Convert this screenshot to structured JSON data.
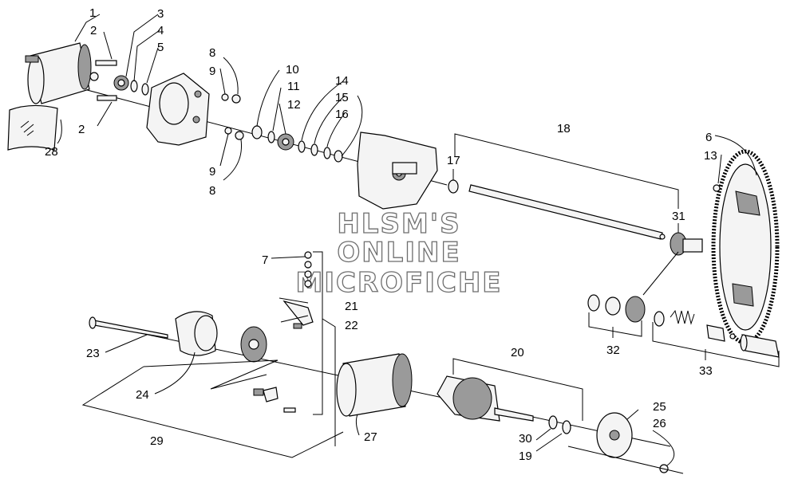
{
  "watermark": {
    "line1": "HLSM'S",
    "line2": "ONLINE",
    "line3": "MICROFICHE"
  },
  "callouts": [
    {
      "id": "c1",
      "text": "1"
    },
    {
      "id": "c2a",
      "text": "2"
    },
    {
      "id": "c2b",
      "text": "2"
    },
    {
      "id": "c3",
      "text": "3"
    },
    {
      "id": "c4",
      "text": "4"
    },
    {
      "id": "c5",
      "text": "5"
    },
    {
      "id": "c6",
      "text": "6"
    },
    {
      "id": "c7",
      "text": "7"
    },
    {
      "id": "c8a",
      "text": "8"
    },
    {
      "id": "c8b",
      "text": "8"
    },
    {
      "id": "c9a",
      "text": "9"
    },
    {
      "id": "c9b",
      "text": "9"
    },
    {
      "id": "c10",
      "text": "10"
    },
    {
      "id": "c11",
      "text": "11"
    },
    {
      "id": "c12",
      "text": "12"
    },
    {
      "id": "c13",
      "text": "13"
    },
    {
      "id": "c14",
      "text": "14"
    },
    {
      "id": "c15",
      "text": "15"
    },
    {
      "id": "c16",
      "text": "16"
    },
    {
      "id": "c17",
      "text": "17"
    },
    {
      "id": "c18",
      "text": "18"
    },
    {
      "id": "c19",
      "text": "19"
    },
    {
      "id": "c20",
      "text": "20"
    },
    {
      "id": "c21",
      "text": "21"
    },
    {
      "id": "c22",
      "text": "22"
    },
    {
      "id": "c23",
      "text": "23"
    },
    {
      "id": "c24",
      "text": "24"
    },
    {
      "id": "c25",
      "text": "25"
    },
    {
      "id": "c26",
      "text": "26"
    },
    {
      "id": "c27",
      "text": "27"
    },
    {
      "id": "c28",
      "text": "28"
    },
    {
      "id": "c29",
      "text": "29"
    },
    {
      "id": "c30",
      "text": "30"
    },
    {
      "id": "c31",
      "text": "31"
    },
    {
      "id": "c32",
      "text": "32"
    },
    {
      "id": "c33",
      "text": "33"
    }
  ]
}
